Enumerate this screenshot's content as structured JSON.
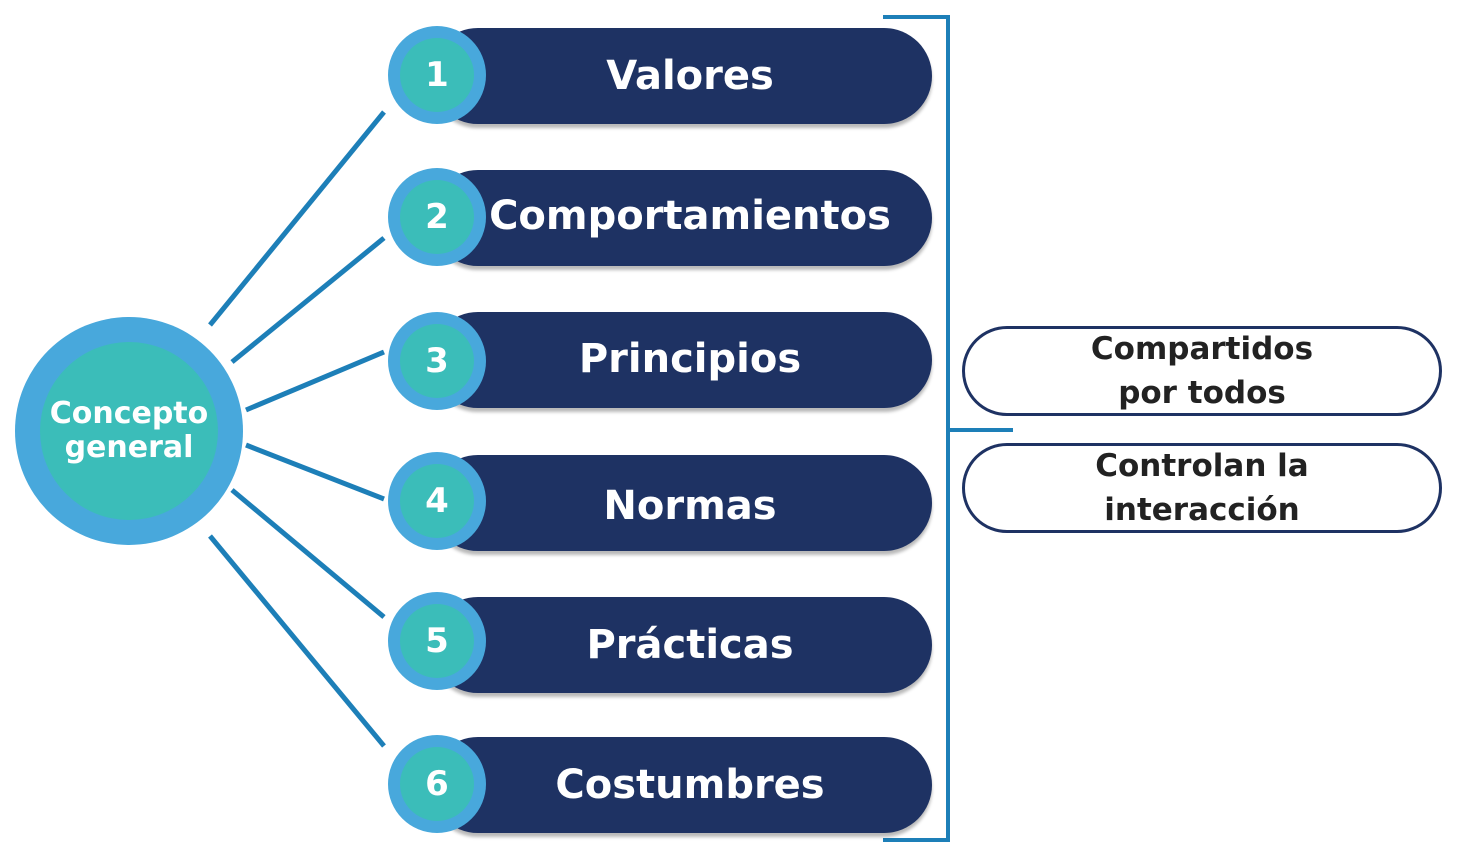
{
  "center": {
    "line1": "Concepto",
    "line2": "general"
  },
  "items": [
    {
      "number": "1",
      "label": "Valores"
    },
    {
      "number": "2",
      "label": "Comportamientos"
    },
    {
      "number": "3",
      "label": "Principios"
    },
    {
      "number": "4",
      "label": "Normas"
    },
    {
      "number": "5",
      "label": "Prácticas"
    },
    {
      "number": "6",
      "label": "Costumbres"
    }
  ],
  "side": [
    {
      "line1": "Compartidos",
      "line2": "por todos"
    },
    {
      "line1": "Controlan la",
      "line2": "interacción"
    }
  ],
  "colors": {
    "pill": "#1e3263",
    "badge_outer": "#48a8dc",
    "badge_inner": "#3bbdb9",
    "connector": "#1d7fb8"
  }
}
